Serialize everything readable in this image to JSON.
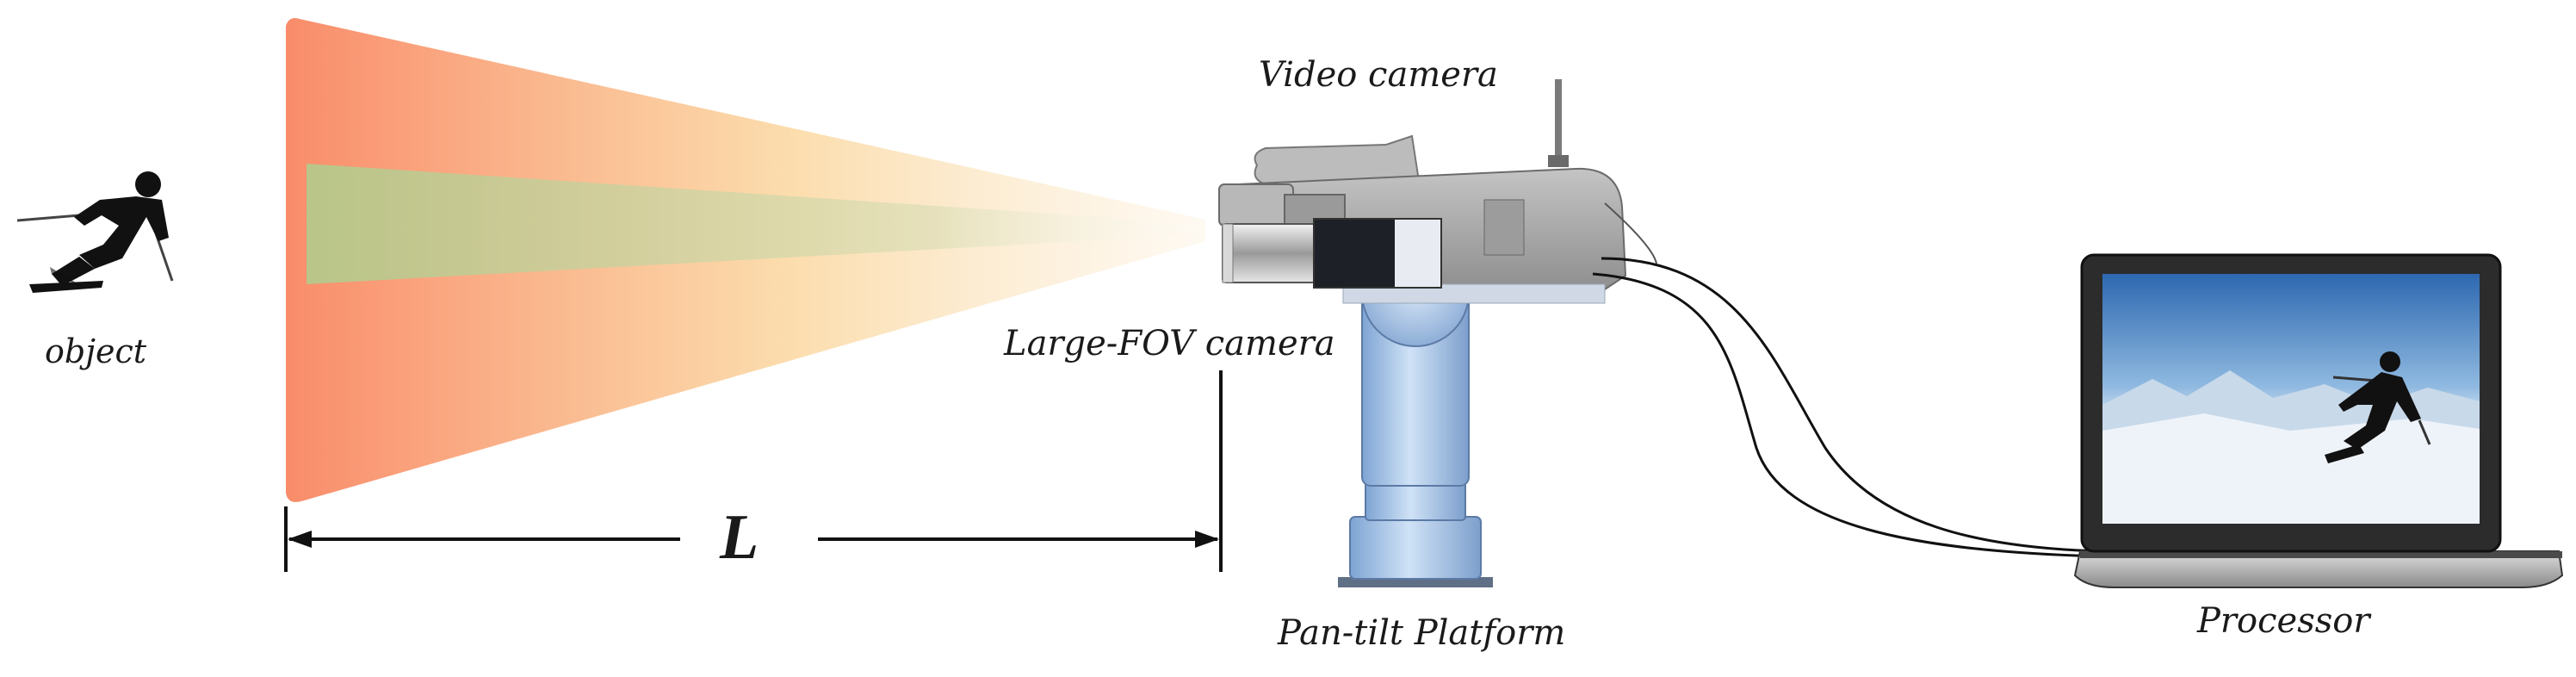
{
  "labels": {
    "object": "object",
    "video_camera": "Video camera",
    "large_fov_camera": "Large-FOV camera",
    "pan_tilt_platform": "Pan-tilt Platform",
    "processor": "Processor",
    "distance": "L"
  },
  "colors": {
    "fov_near": "#f98c6a",
    "fov_far": "#fbe2b4",
    "inner_fov": "#b4c68a",
    "platform_blue": "#9fc1e6",
    "camera_gray": "#a9a9a9",
    "laptop_frame": "#2c2c2c",
    "screen_sky": "#3f7dbf"
  },
  "icons": {
    "object": "skier-silhouette-icon",
    "video_camera": "video-camera-icon",
    "large_fov_camera": "lens-camera-icon",
    "pan_tilt_platform": "pan-tilt-platform-icon",
    "processor": "laptop-icon",
    "cable": "cable-icon"
  }
}
